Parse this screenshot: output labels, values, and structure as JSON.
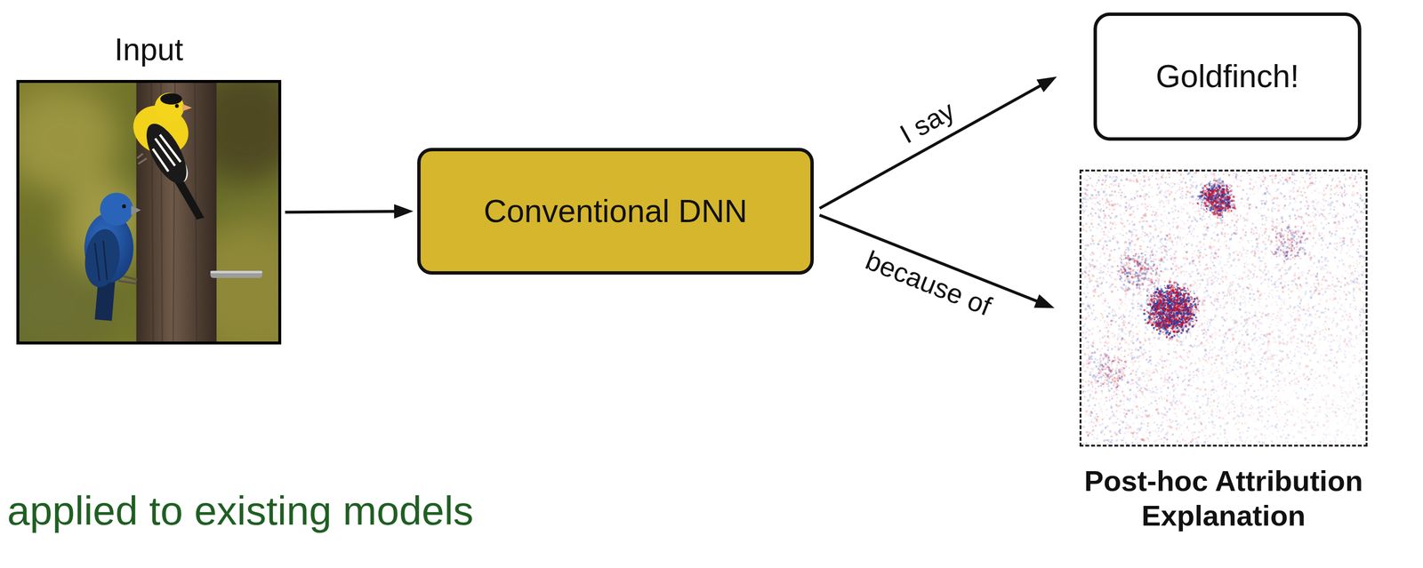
{
  "diagram": {
    "nodes": [
      {
        "text": [
          "Input"
        ]
      },
      {
        "text": [
          "Conventional DNN"
        ]
      },
      {
        "text": [
          "Goldfinch!"
        ]
      },
      {
        "text": [
          "Post-hoc Attribution Explanation"
        ]
      }
    ],
    "edges": [
      {
        "from": 0,
        "to": 1,
        "arrow": "to"
      },
      {
        "from": 1,
        "to": 2,
        "label": "I say",
        "arrow": "to"
      },
      {
        "from": 1,
        "to": 3,
        "label": "because of",
        "arrow": "to"
      }
    ],
    "labels": [
      "applied to existing models"
    ]
  }
}
